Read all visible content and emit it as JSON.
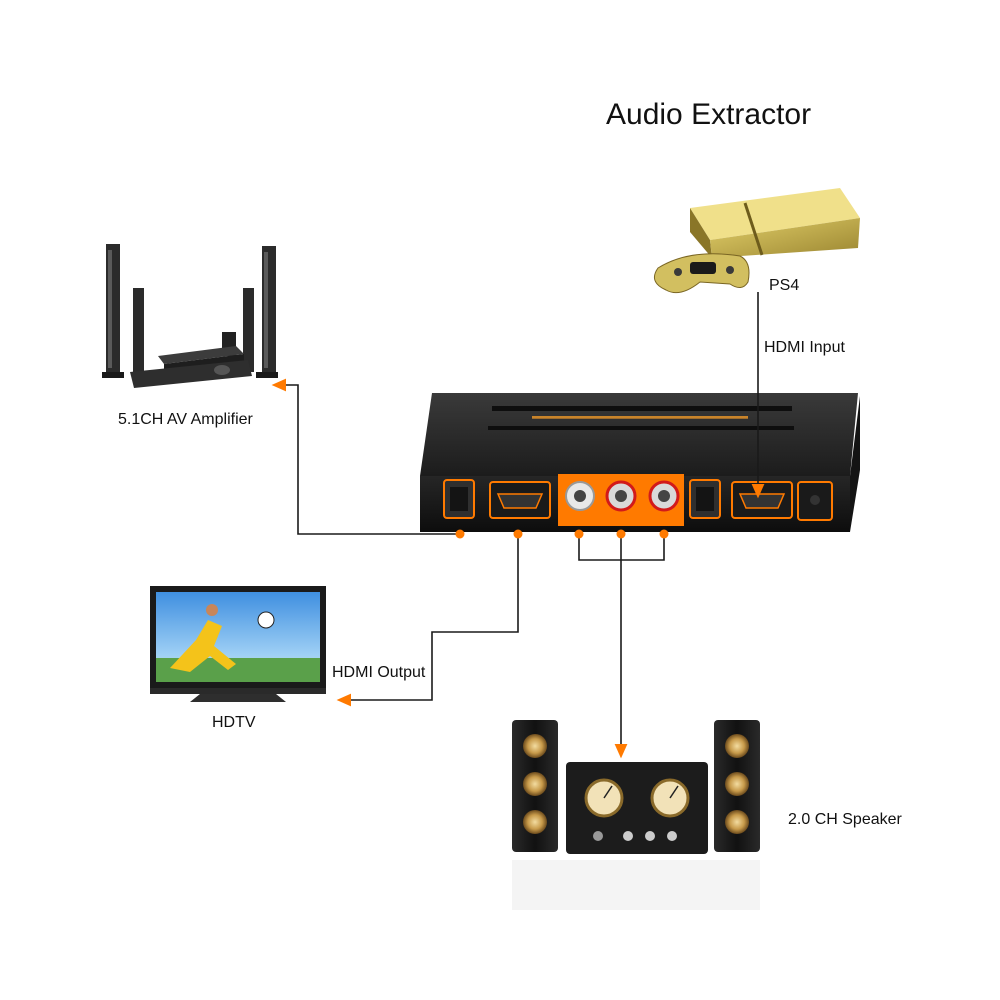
{
  "title": "Audio Extractor",
  "devices": {
    "ps4": {
      "label": "PS4"
    },
    "amplifier": {
      "label": "5.1CH AV Amplifier"
    },
    "hdtv": {
      "label": "HDTV"
    },
    "speaker": {
      "label": "2.0 CH Speaker"
    }
  },
  "connections": {
    "hdmi_input": "HDMI Input",
    "hdmi_output": "HDMI Output"
  },
  "colors": {
    "accent": "#ff7a00",
    "wire": "#1a1a1a",
    "box": "#1f1f1f",
    "console": "#c7b24a"
  }
}
